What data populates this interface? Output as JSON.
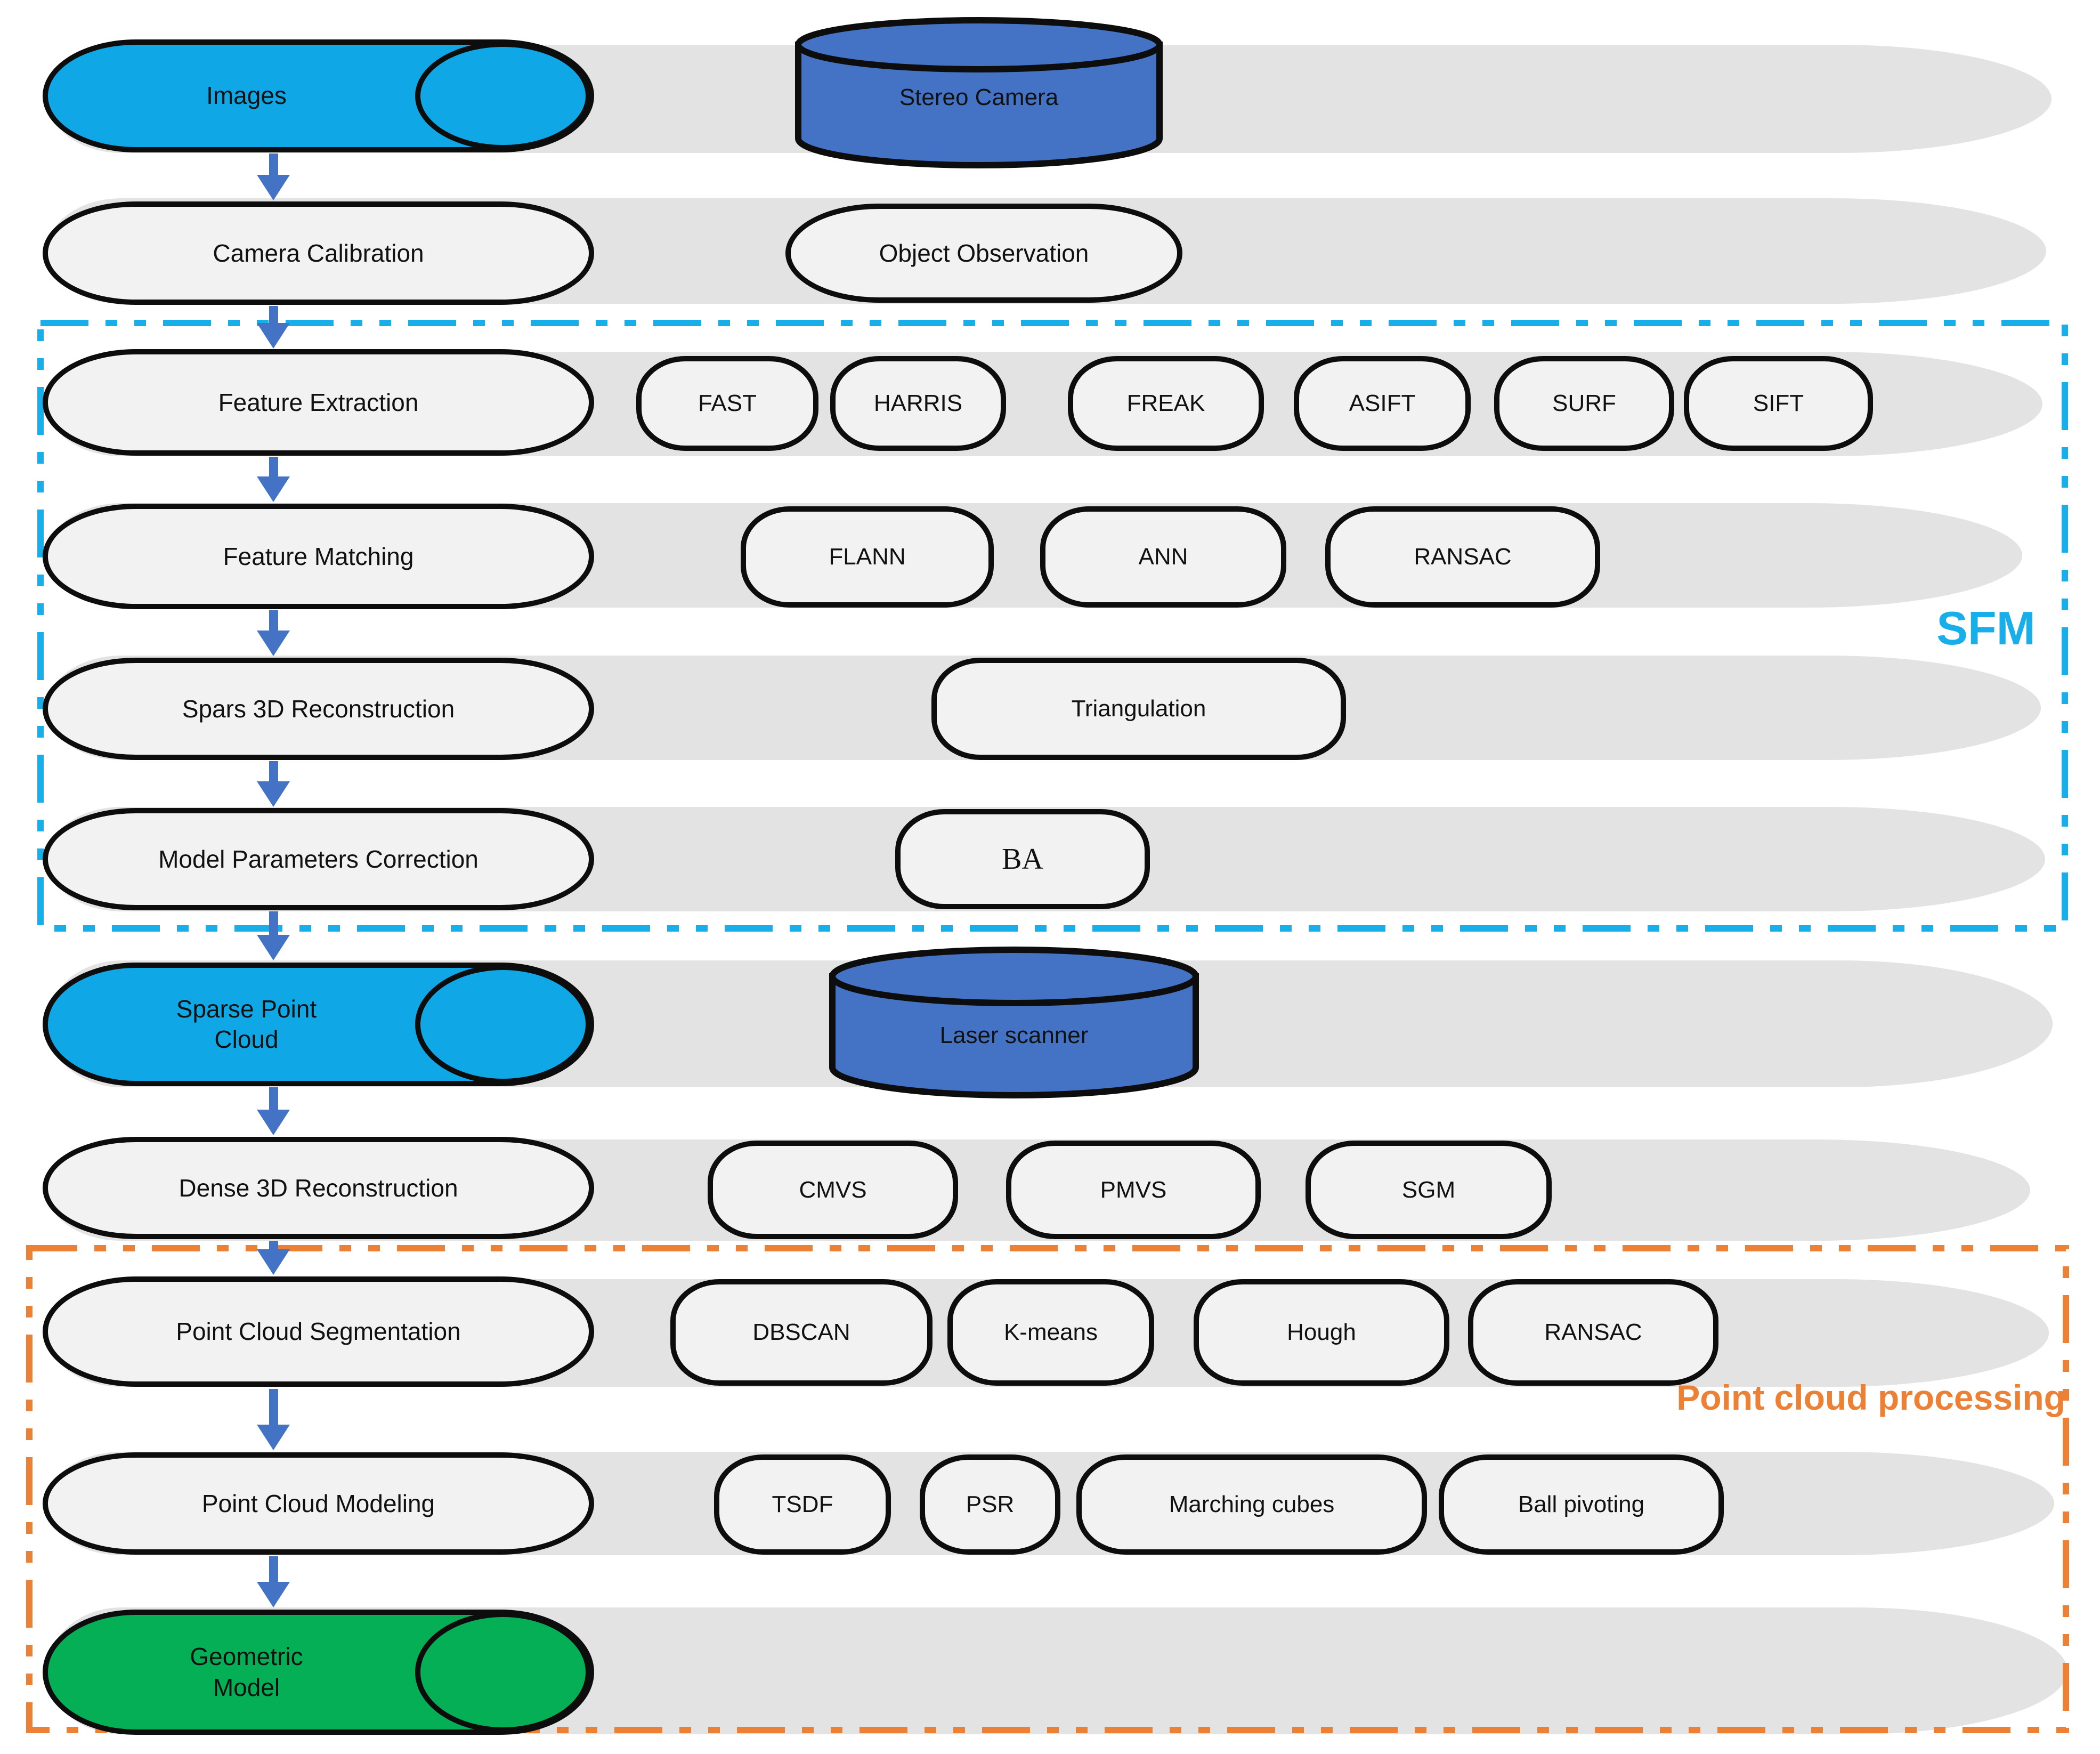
{
  "flow": {
    "images": "Images",
    "camera_calibration": "Camera Calibration",
    "feature_extraction": "Feature Extraction",
    "feature_matching": "Feature Matching",
    "sparse_3d_reconstruction": "Spars 3D Reconstruction",
    "model_parameters_correction": "Model Parameters Correction",
    "sparse_point_cloud": {
      "line1": "Sparse Point",
      "line2": "Cloud"
    },
    "dense_3d_reconstruction": "Dense 3D Reconstruction",
    "point_cloud_segmentation": "Point Cloud Segmentation",
    "point_cloud_modeling": "Point Cloud Modeling",
    "geometric_model": {
      "line1": "Geometric",
      "line2": "Model"
    },
    "object_observation": "Object Observation"
  },
  "data_sources": {
    "stereo_camera": "Stereo Camera",
    "laser_scanner": "Laser scanner"
  },
  "algorithms": {
    "feature_extraction": [
      "FAST",
      "HARRIS",
      "FREAK",
      "ASIFT",
      "SURF",
      "SIFT"
    ],
    "feature_matching": [
      "FLANN",
      "ANN",
      "RANSAC"
    ],
    "sparse_reconstruction": [
      "Triangulation"
    ],
    "model_correction": [
      "BA"
    ],
    "dense_reconstruction": [
      "CMVS",
      "PMVS",
      "SGM"
    ],
    "segmentation": [
      "DBSCAN",
      "K-means",
      "Hough",
      "RANSAC"
    ],
    "modeling": [
      "TSDF",
      "PSR",
      "Marching cubes",
      "Ball pivoting"
    ]
  },
  "groups": {
    "sfm": "SFM",
    "point_cloud_processing": "Point cloud processing"
  },
  "colors": {
    "cyan_node": "#0FA7E6",
    "blue_cylinder": "#4472C4",
    "green_node": "#04AF56",
    "band_gray": "#E3E3E3",
    "pill_fill": "#F2F2F2",
    "arrow_blue": "#4472C4",
    "sfm_border": "#18AEE9",
    "pcp_border": "#EC8136"
  }
}
